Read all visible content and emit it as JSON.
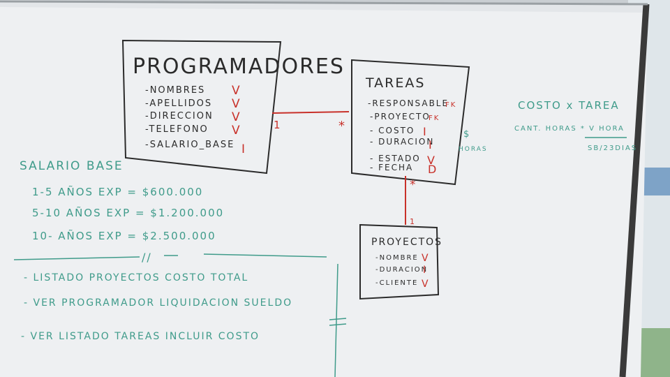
{
  "colors": {
    "board": "#e9ecef",
    "ink_black": "#2b2b2b",
    "ink_red": "#c8312a",
    "ink_teal": "#3f9b8a",
    "frame": "#3a3a3a"
  },
  "entities": {
    "programadores": {
      "title": "PROGRAMADORES",
      "fields": [
        {
          "name": "-NOMBRES",
          "mark": "V"
        },
        {
          "name": "-APELLIDOS",
          "mark": "V"
        },
        {
          "name": "-DIRECCION",
          "mark": "V"
        },
        {
          "name": "-TELEFONO",
          "mark": "V"
        },
        {
          "name": "-SALARIO_BASE",
          "mark": "I"
        }
      ]
    },
    "tareas": {
      "title": "TAREAS",
      "fields": [
        {
          "name": "-RESPONSABLE",
          "mark": "FK"
        },
        {
          "name": "-PROYECTO",
          "mark": "FK"
        },
        {
          "name": "- COSTO",
          "mark": "I"
        },
        {
          "name": "- DURACION",
          "mark": "I"
        },
        {
          "name": "- ESTADO",
          "mark": "V"
        },
        {
          "name": "- FECHA",
          "mark": "D"
        }
      ],
      "side_note_1": "$",
      "side_note_2": "HORAS"
    },
    "proyectos": {
      "title": "PROYECTOS",
      "fields": [
        {
          "name": "-NOMBRE",
          "mark": "V"
        },
        {
          "name": "-DURACION",
          "mark": "I"
        },
        {
          "name": "-CLIENTE",
          "mark": "V"
        }
      ]
    }
  },
  "relations": {
    "prog_tareas_left": "1",
    "prog_tareas_right": "*",
    "tareas_proy_top": "*",
    "tareas_proy_bottom": "1"
  },
  "cost_note": {
    "title": "COSTO x TAREA",
    "line": "CANT. HORAS * V HORA",
    "sub": "SB/23DIAS"
  },
  "salary": {
    "title": "SALARIO BASE",
    "rows": [
      "1-5 AÑOS EXP = $600.000",
      "5-10 AÑOS EXP = $1.200.000",
      "10- AÑOS EXP = $2.500.000"
    ]
  },
  "list": {
    "items": [
      "- LISTADO PROYECTOS   COSTO TOTAL",
      "- VER PROGRAMADOR   LIQUIDACION SUELDO",
      "- VER LISTADO TAREAS INCLUIR COSTO"
    ],
    "mark": "//"
  }
}
